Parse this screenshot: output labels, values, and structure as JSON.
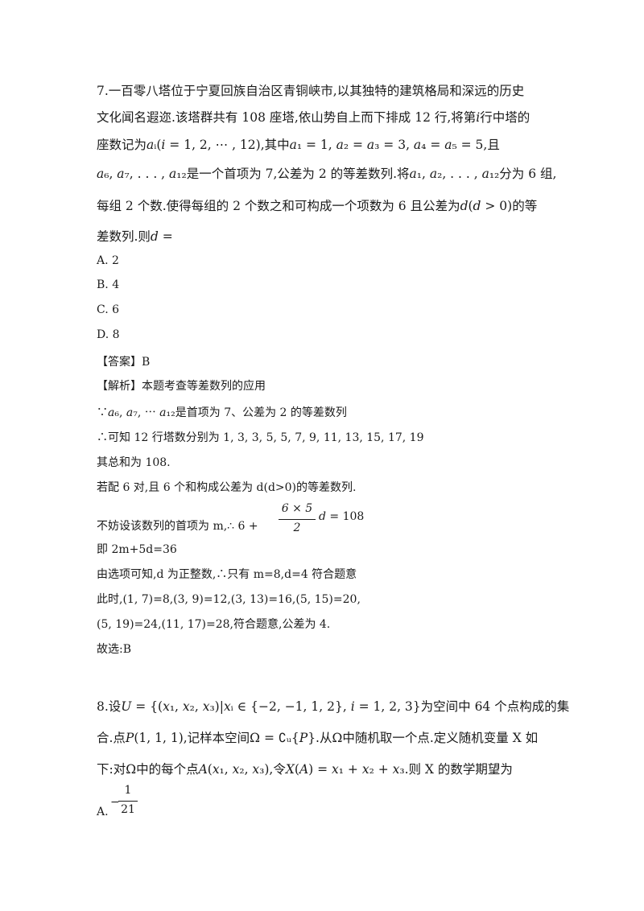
{
  "q7": {
    "l1": "7.一百零八塔位于宁夏回族自治区青铜峡市,以其独特的建筑格局和深远的历史",
    "l2": "文化闻名遐迩.该塔群共有 108 座塔,依山势自上而下排成 12 行,将第𝑖行中塔的",
    "l3": "座数记为𝑎ᵢ(𝑖 = 1, 2, ⋯ , 12),其中𝑎₁ = 1, 𝑎₂ = 𝑎₃ = 3, 𝑎₄ = 𝑎₅ = 5,且",
    "l4": "𝑎₆, 𝑎₇, . . . , 𝑎₁₂是一个首项为 7,公差为 2 的等差数列.将𝑎₁, 𝑎₂, . . . , 𝑎₁₂分为 6 组,",
    "l5": "每组 2 个数.使得每组的 2 个数之和可构成一个项数为 6 且公差为𝑑(𝑑 > 0)的等",
    "l6": "差数列.则𝑑 =",
    "options": [
      "A. 2",
      "B. 4",
      "C. 6",
      "D. 8"
    ],
    "answer": "【答案】B",
    "analysis": "【解析】本题考查等差数列的应用",
    "s1": "∵𝑎₆, 𝑎₇, ⋯ 𝑎₁₂是首项为 7、公差为 2 的等差数列",
    "s2": "∴可知 12 行塔数分别为 1, 3, 3, 5, 5, 7, 9, 11, 13, 15, 17, 19",
    "s3": "其总和为 108.",
    "s4": "若配 6 对,且 6 个和构成公差为 d(d>0)的等差数列.",
    "s5a": "不妨设该数列的首项为 m,∴ 6 +",
    "s5num": "6 × 5",
    "s5den": "2",
    "s5b": "𝑑 = 108",
    "s6": "即 2m+5d=36",
    "s7": "由选项可知,d 为正整数,∴只有 m=8,d=4 符合题意",
    "s8": "此时,(1, 7)=8,(3, 9)=12,(3, 13)=16,(5, 15)=20,",
    "s9": "(5, 19)=24,(11, 17)=28,符合题意,公差为 4.",
    "s10": "故选:B"
  },
  "q8": {
    "l1": "8.设𝑈 = {(𝑥₁, 𝑥₂, 𝑥₃)|𝑥ᵢ ∈ {−2, −1, 1, 2}, 𝑖 = 1, 2, 3}为空间中 64 个点构成的集",
    "l2": "合.点𝑃(1, 1, 1),记样本空间Ω = ∁ᵤ{𝑃}.从Ω中随机取一个点.定义随机变量 X 如",
    "l3": "下:对Ω中的每个点𝐴(𝑥₁, 𝑥₂, 𝑥₃),令𝑋(𝐴) = 𝑥₁ + 𝑥₂ + 𝑥₃.则 X 的数学期望为",
    "optA_label": "A.",
    "optA_sign": "−",
    "optA_num": "1",
    "optA_den": "21"
  }
}
